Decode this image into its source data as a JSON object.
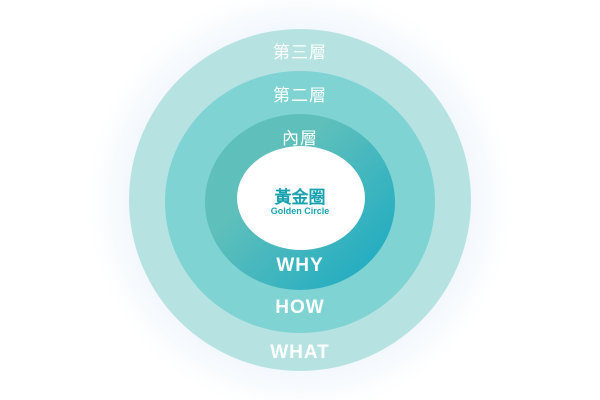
{
  "diagram": {
    "layers": [
      {
        "id": "outer",
        "name": "第三層",
        "keyword": "WHAT",
        "color": "#b6e3e2"
      },
      {
        "id": "middle",
        "name": "第二層",
        "keyword": "HOW",
        "color": "#7fd3d3"
      },
      {
        "id": "inner",
        "name": "內層",
        "keyword": "WHY",
        "color": "#5fbfbb"
      }
    ],
    "core": {
      "title": "黃金圈",
      "subtitle": "Golden Circle",
      "color": "#ffffff"
    },
    "colors": {
      "inner_gradient_end": "#16a9c3",
      "core_text": "#18a2b0",
      "glow": "#d2e4f7"
    }
  }
}
